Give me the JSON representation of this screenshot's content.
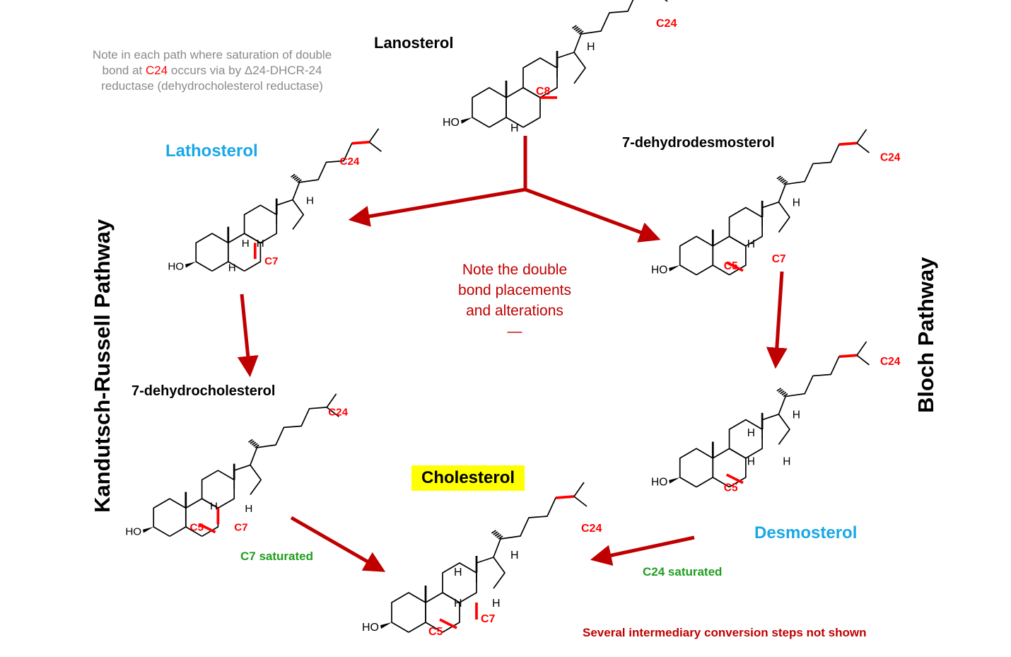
{
  "lanosterol": {
    "title": "Lanosterol",
    "labels": [
      "C24",
      "C8"
    ]
  },
  "note_top": {
    "before": "Note in each path where saturation of double bond at ",
    "highlight": "C24",
    "after": " occurs via by Δ24-DHCR-24 reductase (dehydrocholesterol reductase)"
  },
  "lathosterol": {
    "title": "Lathosterol",
    "labels": [
      "C24",
      "C7"
    ]
  },
  "dehydrodesmosterol": {
    "title": "7-dehydrodesmosterol",
    "labels": [
      "C24",
      "C5",
      "C7"
    ]
  },
  "center_note": {
    "text": "Note the double bond placements and alterations",
    "dash": "—"
  },
  "dehydrocholesterol": {
    "title": "7-dehydrocholesterol",
    "labels": [
      "C24",
      "C5",
      "C7"
    ]
  },
  "desmosterol": {
    "title": "Desmosterol",
    "labels": [
      "C24",
      "C5"
    ]
  },
  "cholesterol": {
    "title": "Cholesterol",
    "labels": [
      "C24",
      "C5",
      "C7"
    ]
  },
  "steps": {
    "c7_saturated": "C7 saturated",
    "c24_saturated": "C24 saturated",
    "footnote": "Several intermediary conversion steps not shown"
  },
  "pathways": {
    "left": "Kandutsch-Russell Pathway",
    "right": "Bloch Pathway"
  },
  "atoms": {
    "ho": "HO",
    "h": "H"
  },
  "colors": {
    "arrow": "#c00000",
    "highlight_bond": "#ff0000",
    "blue_title": "#1aa7e6",
    "green": "#1f9e1f",
    "yellow_box": "#ffff00"
  }
}
